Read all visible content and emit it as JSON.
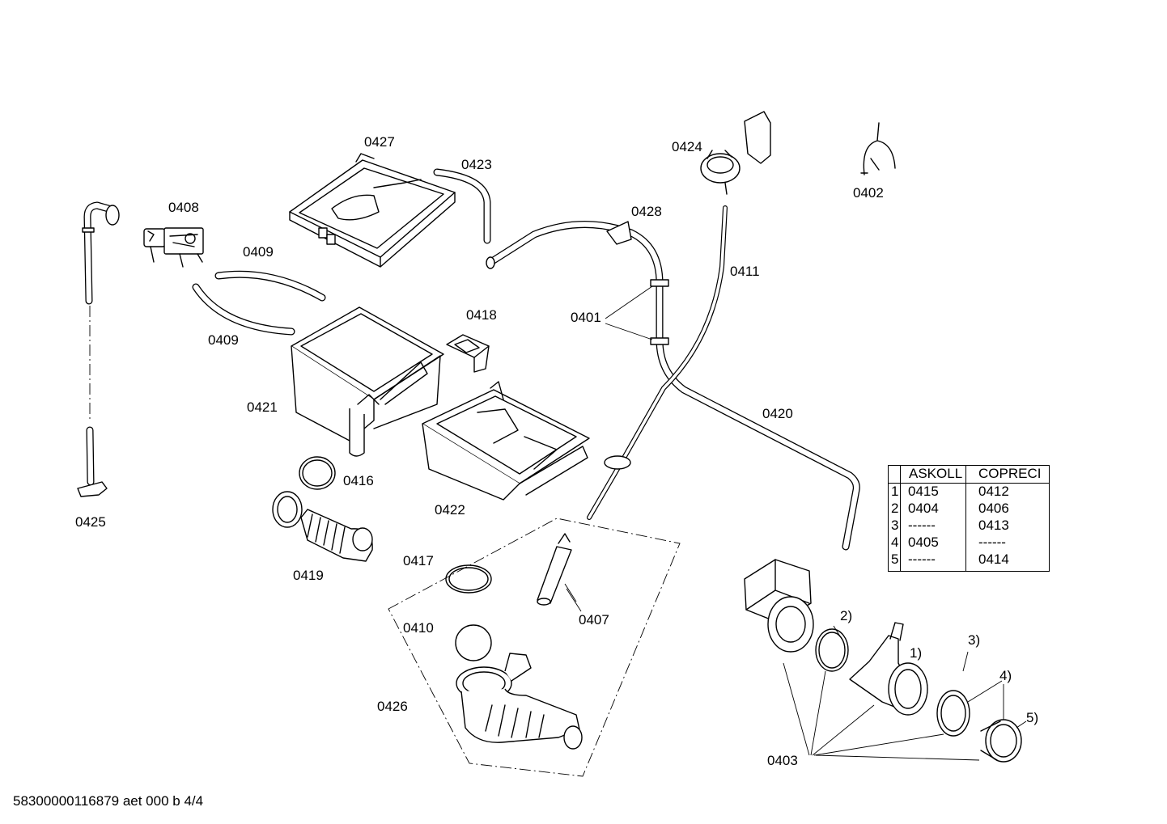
{
  "labels": {
    "l0427": "0427",
    "l0423": "0423",
    "l0424": "0424",
    "l0402": "0402",
    "l0408": "0408",
    "l0428": "0428",
    "l0409a": "0409",
    "l0411": "0411",
    "l0409b": "0409",
    "l0418": "0418",
    "l0401": "0401",
    "l0421": "0421",
    "l0420": "0420",
    "l0416": "0416",
    "l0425": "0425",
    "l0422": "0422",
    "l0417": "0417",
    "l0419": "0419",
    "l0407": "0407",
    "l0410": "0410",
    "l0426": "0426",
    "l0403": "0403",
    "n2": "2)",
    "n1": "1)",
    "n3": "3)",
    "n4": "4)",
    "n5": "5)"
  },
  "table": {
    "headers": [
      "ASKOLL",
      "COPRECI"
    ],
    "rows": [
      {
        "n": "1",
        "askoll": "0415",
        "copreci": "0412"
      },
      {
        "n": "2",
        "askoll": "0404",
        "copreci": "0406"
      },
      {
        "n": "3",
        "askoll": "------",
        "copreci": "0413"
      },
      {
        "n": "4",
        "askoll": "0405",
        "copreci": "------"
      },
      {
        "n": "5",
        "askoll": "------",
        "copreci": "0414"
      }
    ]
  },
  "footer": "58300000116879 aet 000 b 4/4"
}
